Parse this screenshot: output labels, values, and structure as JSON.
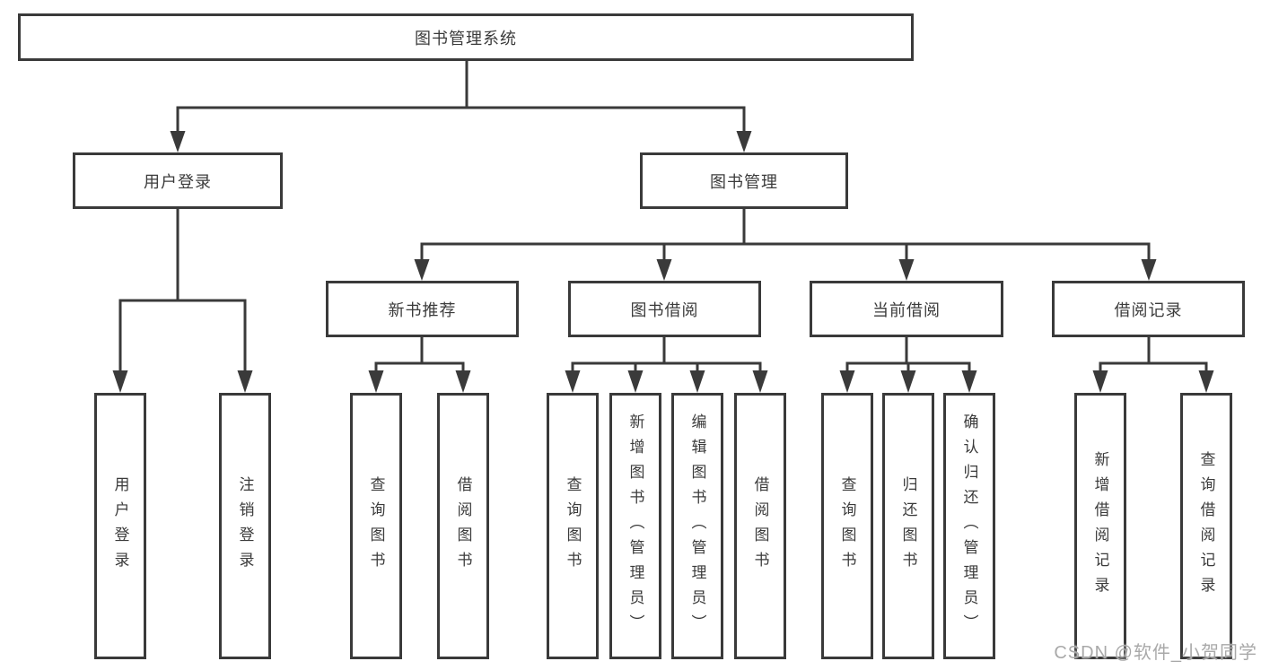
{
  "diagram": {
    "root": {
      "label": "图书管理系统"
    },
    "level2": [
      {
        "label": "用户登录"
      },
      {
        "label": "图书管理"
      }
    ],
    "level3": [
      {
        "label": "新书推荐",
        "parent": "图书管理"
      },
      {
        "label": "图书借阅",
        "parent": "图书管理"
      },
      {
        "label": "当前借阅",
        "parent": "图书管理"
      },
      {
        "label": "借阅记录",
        "parent": "图书管理"
      }
    ],
    "leaves": [
      {
        "label": "用户登录",
        "parent": "用户登录"
      },
      {
        "label": "注销登录",
        "parent": "用户登录"
      },
      {
        "label": "查询图书",
        "parent": "新书推荐"
      },
      {
        "label": "借阅图书",
        "parent": "新书推荐"
      },
      {
        "label": "查询图书",
        "parent": "图书借阅"
      },
      {
        "label": "新增图书（管理员）",
        "parent": "图书借阅"
      },
      {
        "label": "编辑图书（管理员）",
        "parent": "图书借阅"
      },
      {
        "label": "借阅图书",
        "parent": "图书借阅"
      },
      {
        "label": "查询图书",
        "parent": "当前借阅"
      },
      {
        "label": "归还图书",
        "parent": "当前借阅"
      },
      {
        "label": "确认归还（管理员）",
        "parent": "当前借阅"
      },
      {
        "label": "新增借阅记录",
        "parent": "借阅记录"
      },
      {
        "label": "查询借阅记录",
        "parent": "借阅记录"
      }
    ],
    "colors": {
      "line": "#3a3a3a",
      "text": "#3b3b3b",
      "background": "#ffffff",
      "watermark": "#a9a9a9"
    }
  },
  "watermark": {
    "text": "CSDN @软件_小贺同学"
  }
}
